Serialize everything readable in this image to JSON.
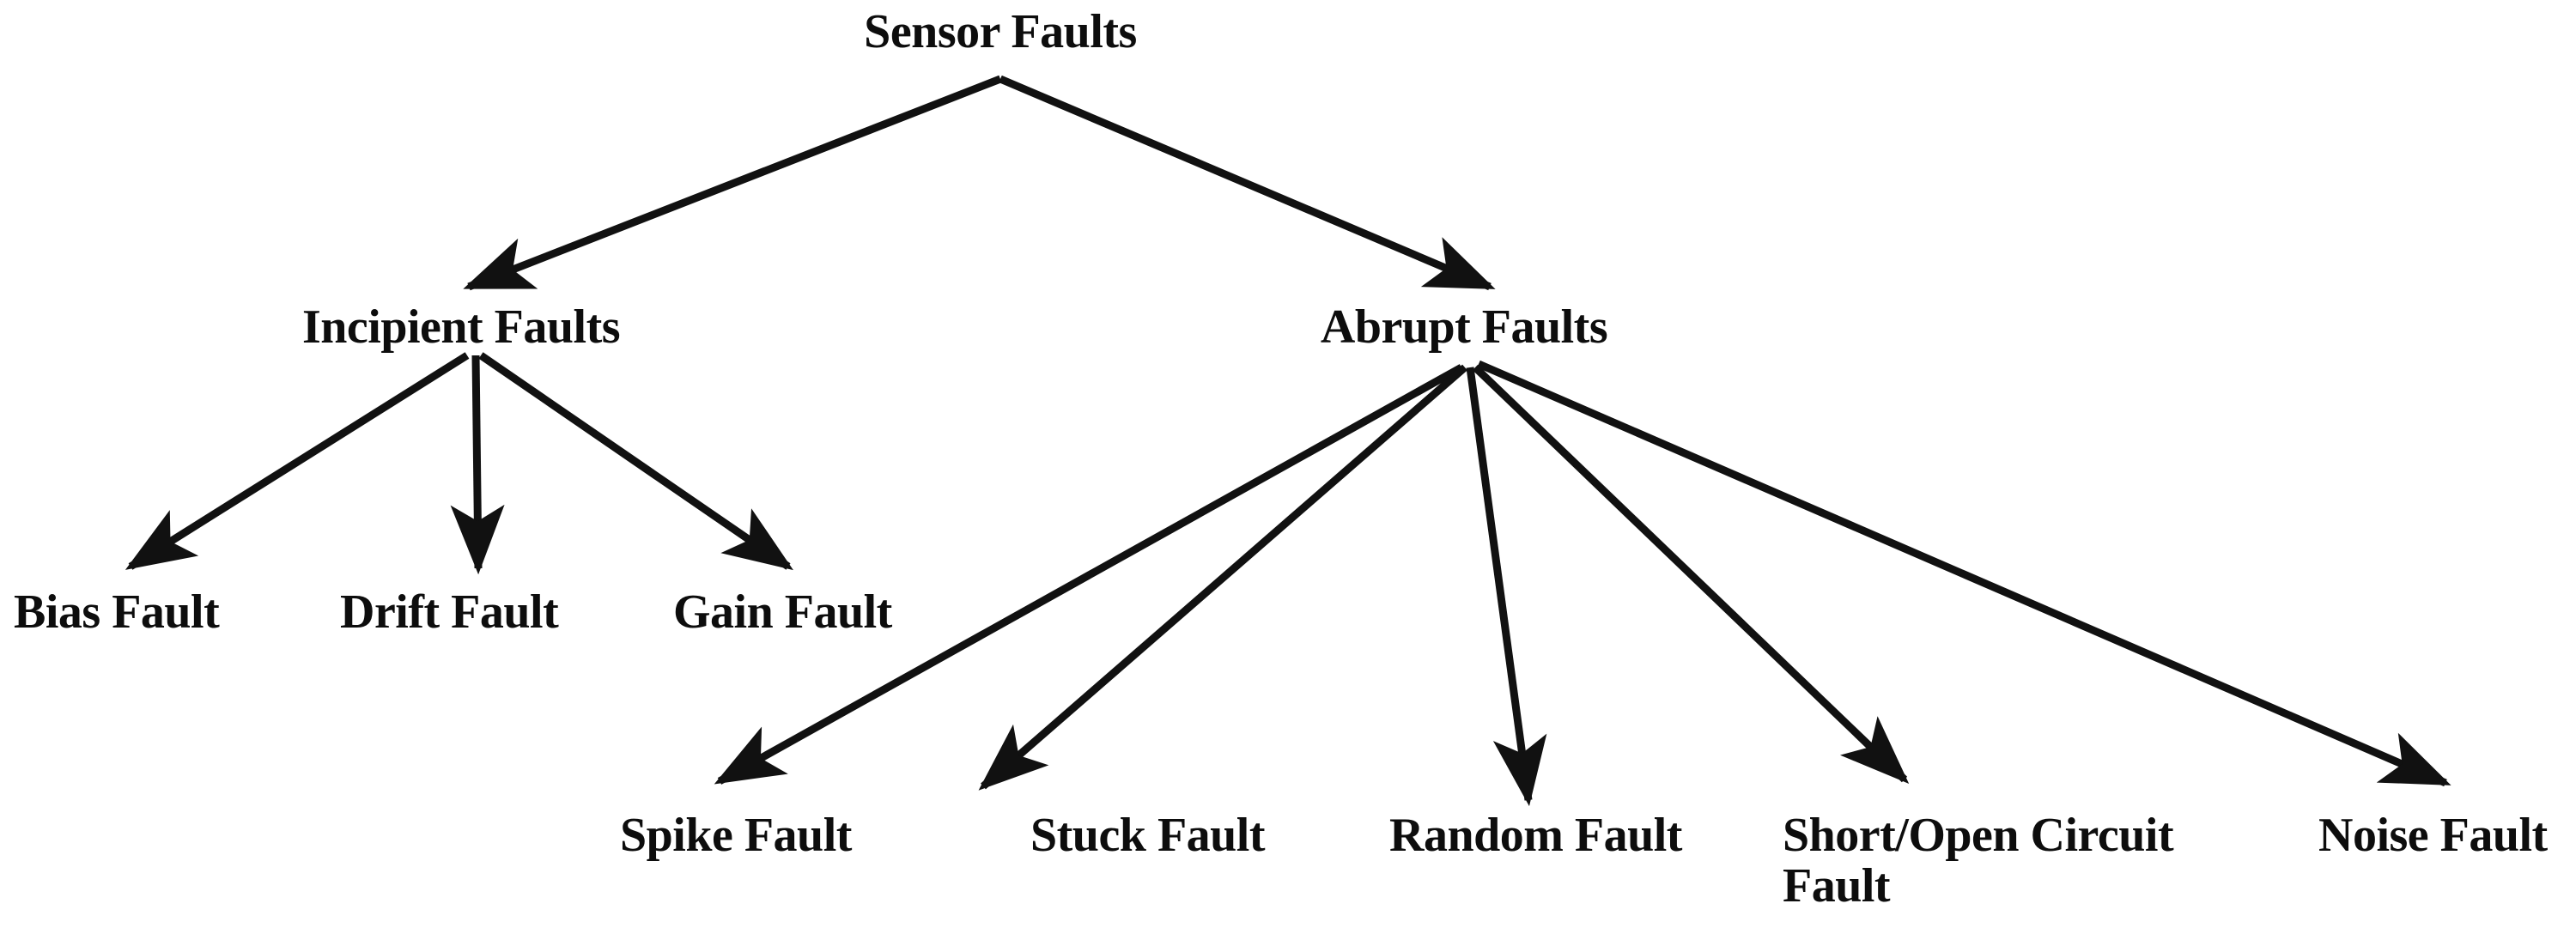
{
  "diagram": {
    "type": "tree",
    "title": "Sensor Faults taxonomy",
    "stroke_color": "#111111",
    "text_color": "#0d0d0d",
    "background": "#ffffff",
    "root": {
      "label": "Sensor Faults"
    },
    "level2": [
      {
        "label": "Incipient Faults"
      },
      {
        "label": "Abrupt Faults"
      }
    ],
    "incipient_children": [
      {
        "label": "Bias Fault"
      },
      {
        "label": "Drift Fault"
      },
      {
        "label": "Gain Fault"
      }
    ],
    "abrupt_children": [
      {
        "label": "Spike Fault"
      },
      {
        "label": "Stuck Fault"
      },
      {
        "label": "Random Fault"
      },
      {
        "label": "Short/Open Circuit\nFault"
      },
      {
        "label": "Noise Fault"
      }
    ]
  }
}
